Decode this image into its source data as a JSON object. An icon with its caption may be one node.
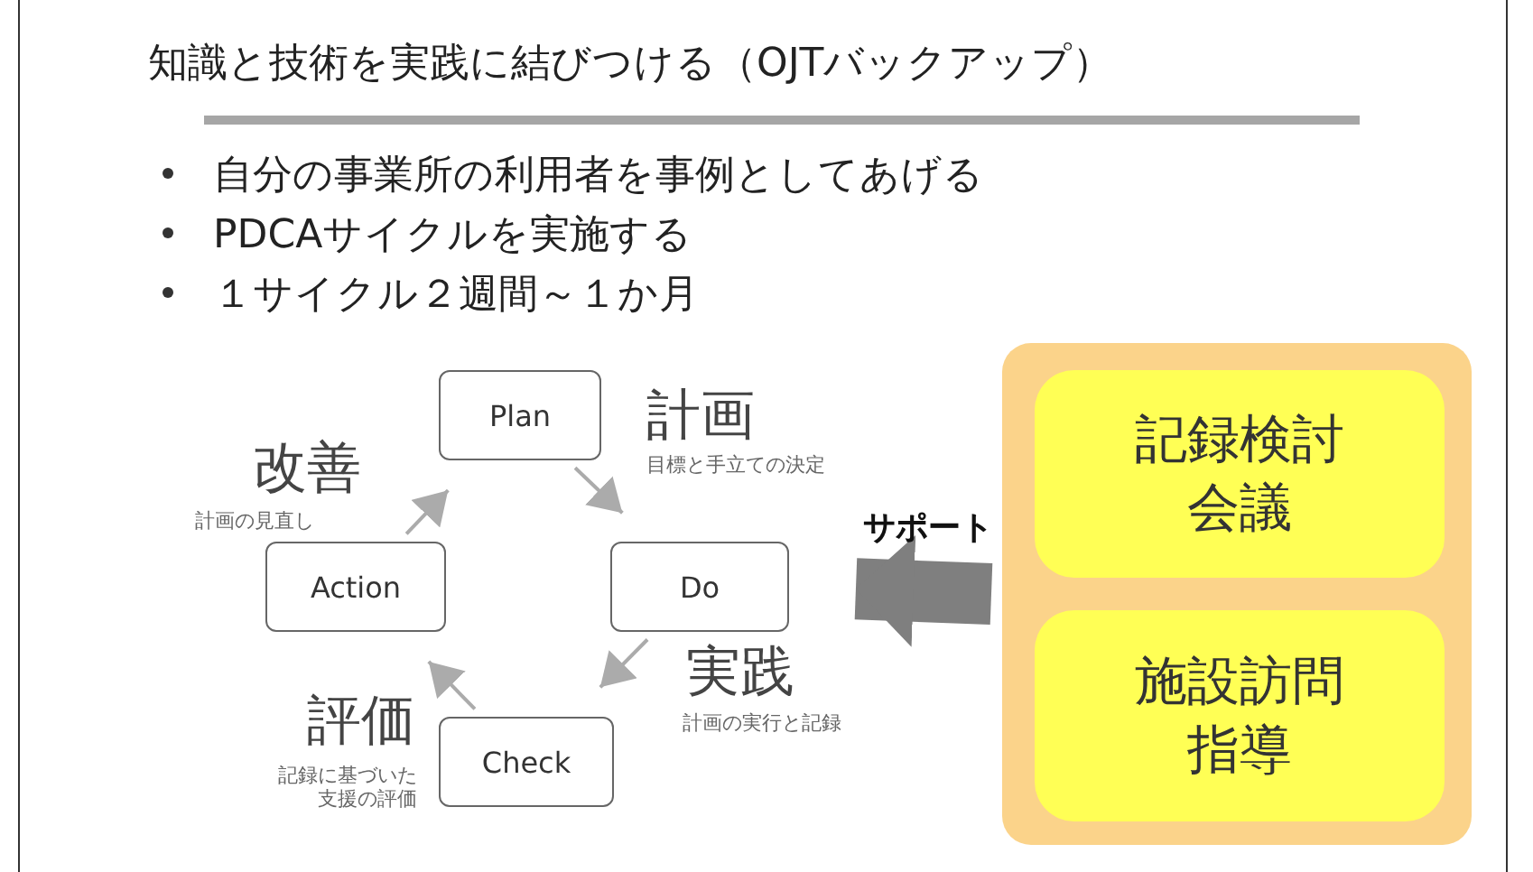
{
  "diagram": {
    "title": "知識と技術を実践に結びつける（OJTバックアップ）",
    "nodes": [
      {
        "text": [
          "Plan"
        ],
        "beside": [
          "計画",
          "目標と手立ての決定"
        ]
      },
      {
        "text": [
          "Do"
        ],
        "beside": [
          "実践",
          "計画の実行と記録"
        ]
      },
      {
        "text": [
          "Check"
        ],
        "beside": [
          "評価",
          "記録に基づいた支援の評価"
        ]
      },
      {
        "text": [
          "Action"
        ],
        "beside": [
          "改善",
          "計画の見直し"
        ]
      },
      {
        "text": [],
        "shape": "box"
      },
      {
        "text": [
          "記録検討会議"
        ],
        "in": 4
      },
      {
        "text": [
          "施設訪問指導"
        ],
        "in": 4
      }
    ],
    "edges": [
      {
        "from": 0,
        "to": 1,
        "arrow": "to"
      },
      {
        "from": 1,
        "to": 2,
        "arrow": "to"
      },
      {
        "from": 2,
        "to": 3,
        "arrow": "to"
      },
      {
        "from": 3,
        "to": 0,
        "arrow": "to"
      },
      {
        "from": 4,
        "to": 1,
        "arrow": "to",
        "style": "thick",
        "label": "サポート",
        "color": "#7f7f7f"
      }
    ],
    "labels": [
      "自分の事業所の利用者を事例としてあげる",
      "PDCAサイクルを実施する",
      "１サイクル２週間～１か月"
    ]
  }
}
